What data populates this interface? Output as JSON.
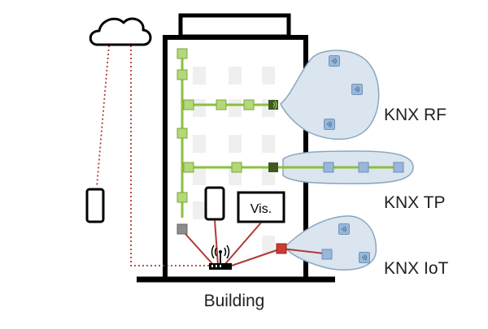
{
  "diagram": {
    "building_label": "Building",
    "network_labels": {
      "rf": "KNX RF",
      "tp": "KNX TP",
      "iot": "KNX IoT"
    },
    "visualization_label": "Vis.",
    "icons": [
      "cloud-icon",
      "smartphone-icon",
      "tablet-icon",
      "monitor-icon",
      "wireless-router-icon",
      "wireless-device-icon"
    ],
    "colors": {
      "building_outline": "#000000",
      "window": "#efefef",
      "tp_line": "#8cbf3f",
      "tp_node_fill": "#b4d77a",
      "tp_node_stroke": "#7aa83a",
      "coupler": "#3e5a1e",
      "rf_zone_fill": "#dbe5ef",
      "rf_zone_stroke": "#8aa6c1",
      "device_blue": "#98b7d9",
      "device_blue_stroke": "#6b8fb8",
      "red_link": "#b03a34",
      "red_box": "#cc3b32",
      "gray_box": "#8c8c8c"
    }
  }
}
